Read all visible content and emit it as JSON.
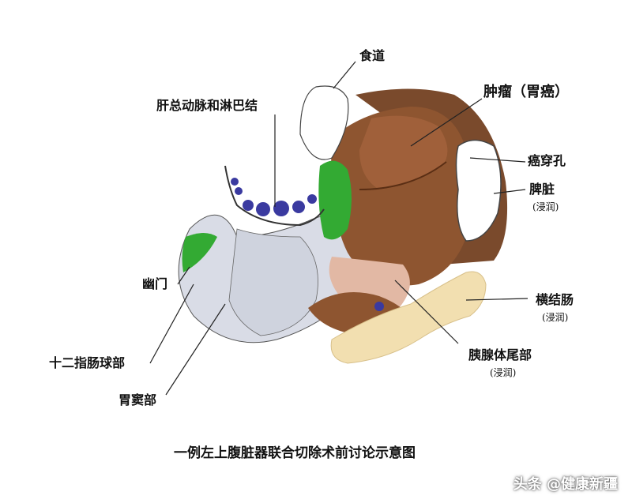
{
  "labels": {
    "esophagus": "食道",
    "hepatic_artery_nodes": "肝总动脉和淋巴结",
    "tumor": "肿瘤（胃癌）",
    "perforation": "癌穿孔",
    "spleen": "脾脏",
    "spleen_note": "(浸润)",
    "transverse_colon": "横结肠",
    "colon_note": "(浸润)",
    "pancreas": "胰腺体尾部",
    "pancreas_note": "(浸润)",
    "pylorus": "幽门",
    "duodenal_bulb": "十二指肠球部",
    "antrum": "胃窦部"
  },
  "caption": "一例左上腹脏器联合切除术前讨论示意图",
  "watermark": "头条 @健康新疆",
  "colors": {
    "stomach": "#d9dce6",
    "tumor_dark": "#8a4f2a",
    "tumor_light": "#a0603a",
    "spleen_bg": "#7a4a2c",
    "pancreas": "#e2b8a4",
    "colon": "#f2dfb0",
    "nodes": "#3a3aa0",
    "green": "#33aa33"
  }
}
